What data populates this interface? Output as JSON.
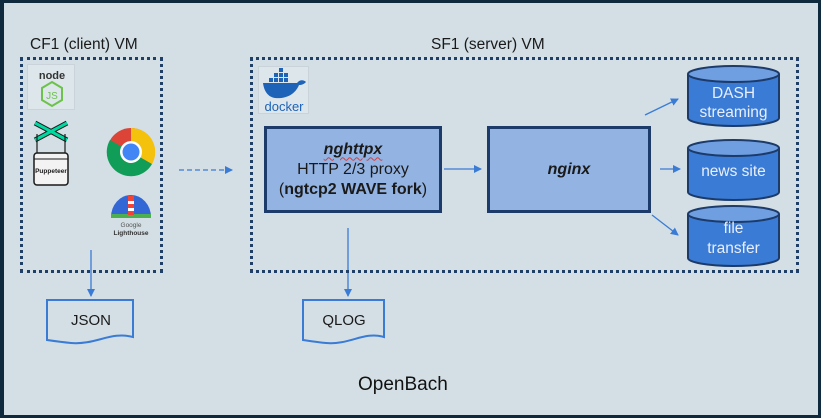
{
  "client_vm": {
    "title": "CF1 (client) VM",
    "tools": [
      {
        "name": "Node.js",
        "logo_top": "node",
        "logo_bottom": "JS"
      },
      {
        "name": "Puppeteer",
        "label": "Puppeteer"
      },
      {
        "name": "Google Chrome"
      },
      {
        "name": "Google Lighthouse",
        "label_top": "Google",
        "label_bottom": "Lighthouse"
      }
    ],
    "output": "JSON"
  },
  "server_vm": {
    "title": "SF1 (server) VM",
    "container_logo": "docker",
    "proxy": {
      "name": "nghttpx",
      "line2": "HTTP 2/3 proxy",
      "line3_paren_open": "(",
      "line3_bold": "ngtcp2 WAVE fork",
      "line3_paren_close": ")"
    },
    "server": {
      "name": "nginx"
    },
    "services": [
      {
        "line1": "DASH",
        "line2": "streaming"
      },
      {
        "line1": "news site",
        "line2": ""
      },
      {
        "line1": "file",
        "line2": "transfer"
      }
    ],
    "output": "QLOG"
  },
  "platform": "OpenBach",
  "colors": {
    "background": "#d3dfe5",
    "frame": "#0f2a3c",
    "process_fill": "#93b4e3",
    "process_border": "#1c3b6a",
    "cylinder_fill": "#3a7bd5",
    "arrow": "#3a7bd5"
  }
}
